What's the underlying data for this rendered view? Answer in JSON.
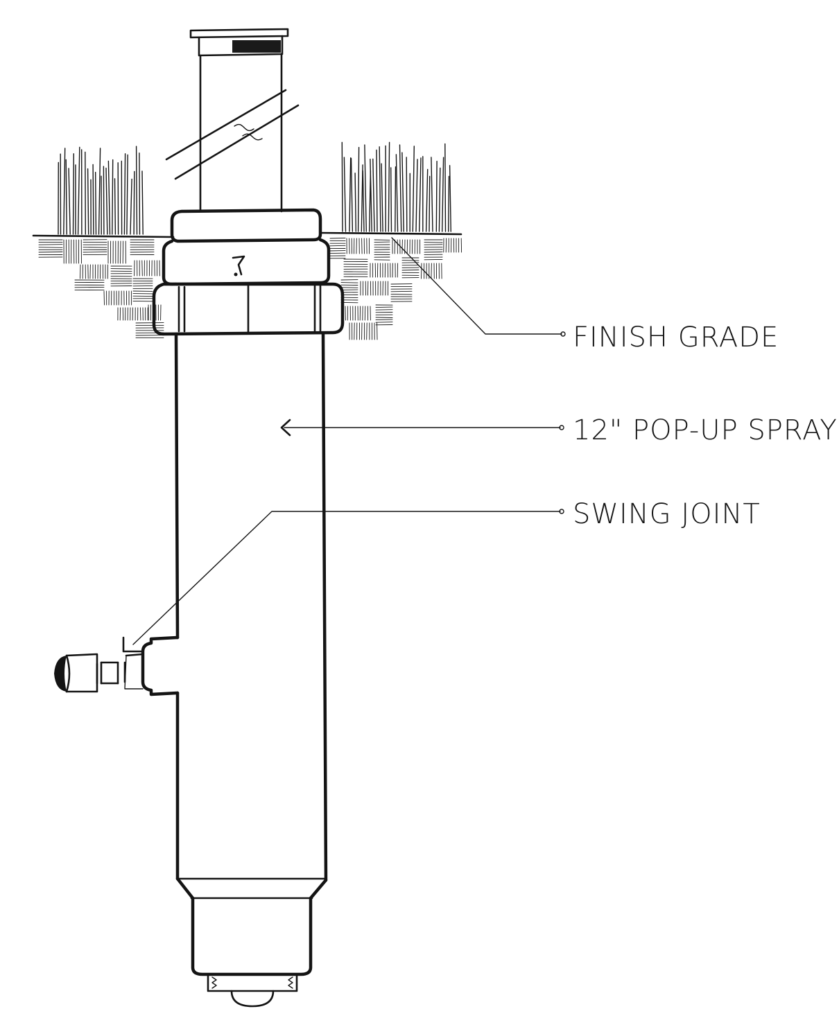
{
  "callouts": [
    {
      "id": "finish-grade",
      "label": "FINISH GRADE"
    },
    {
      "id": "popup-spray",
      "label": "12\" POP-UP SPRAY"
    },
    {
      "id": "swing-joint",
      "label": "SWING JOINT"
    }
  ],
  "colors": {
    "ink": "#141414",
    "paper": "#ffffff"
  }
}
